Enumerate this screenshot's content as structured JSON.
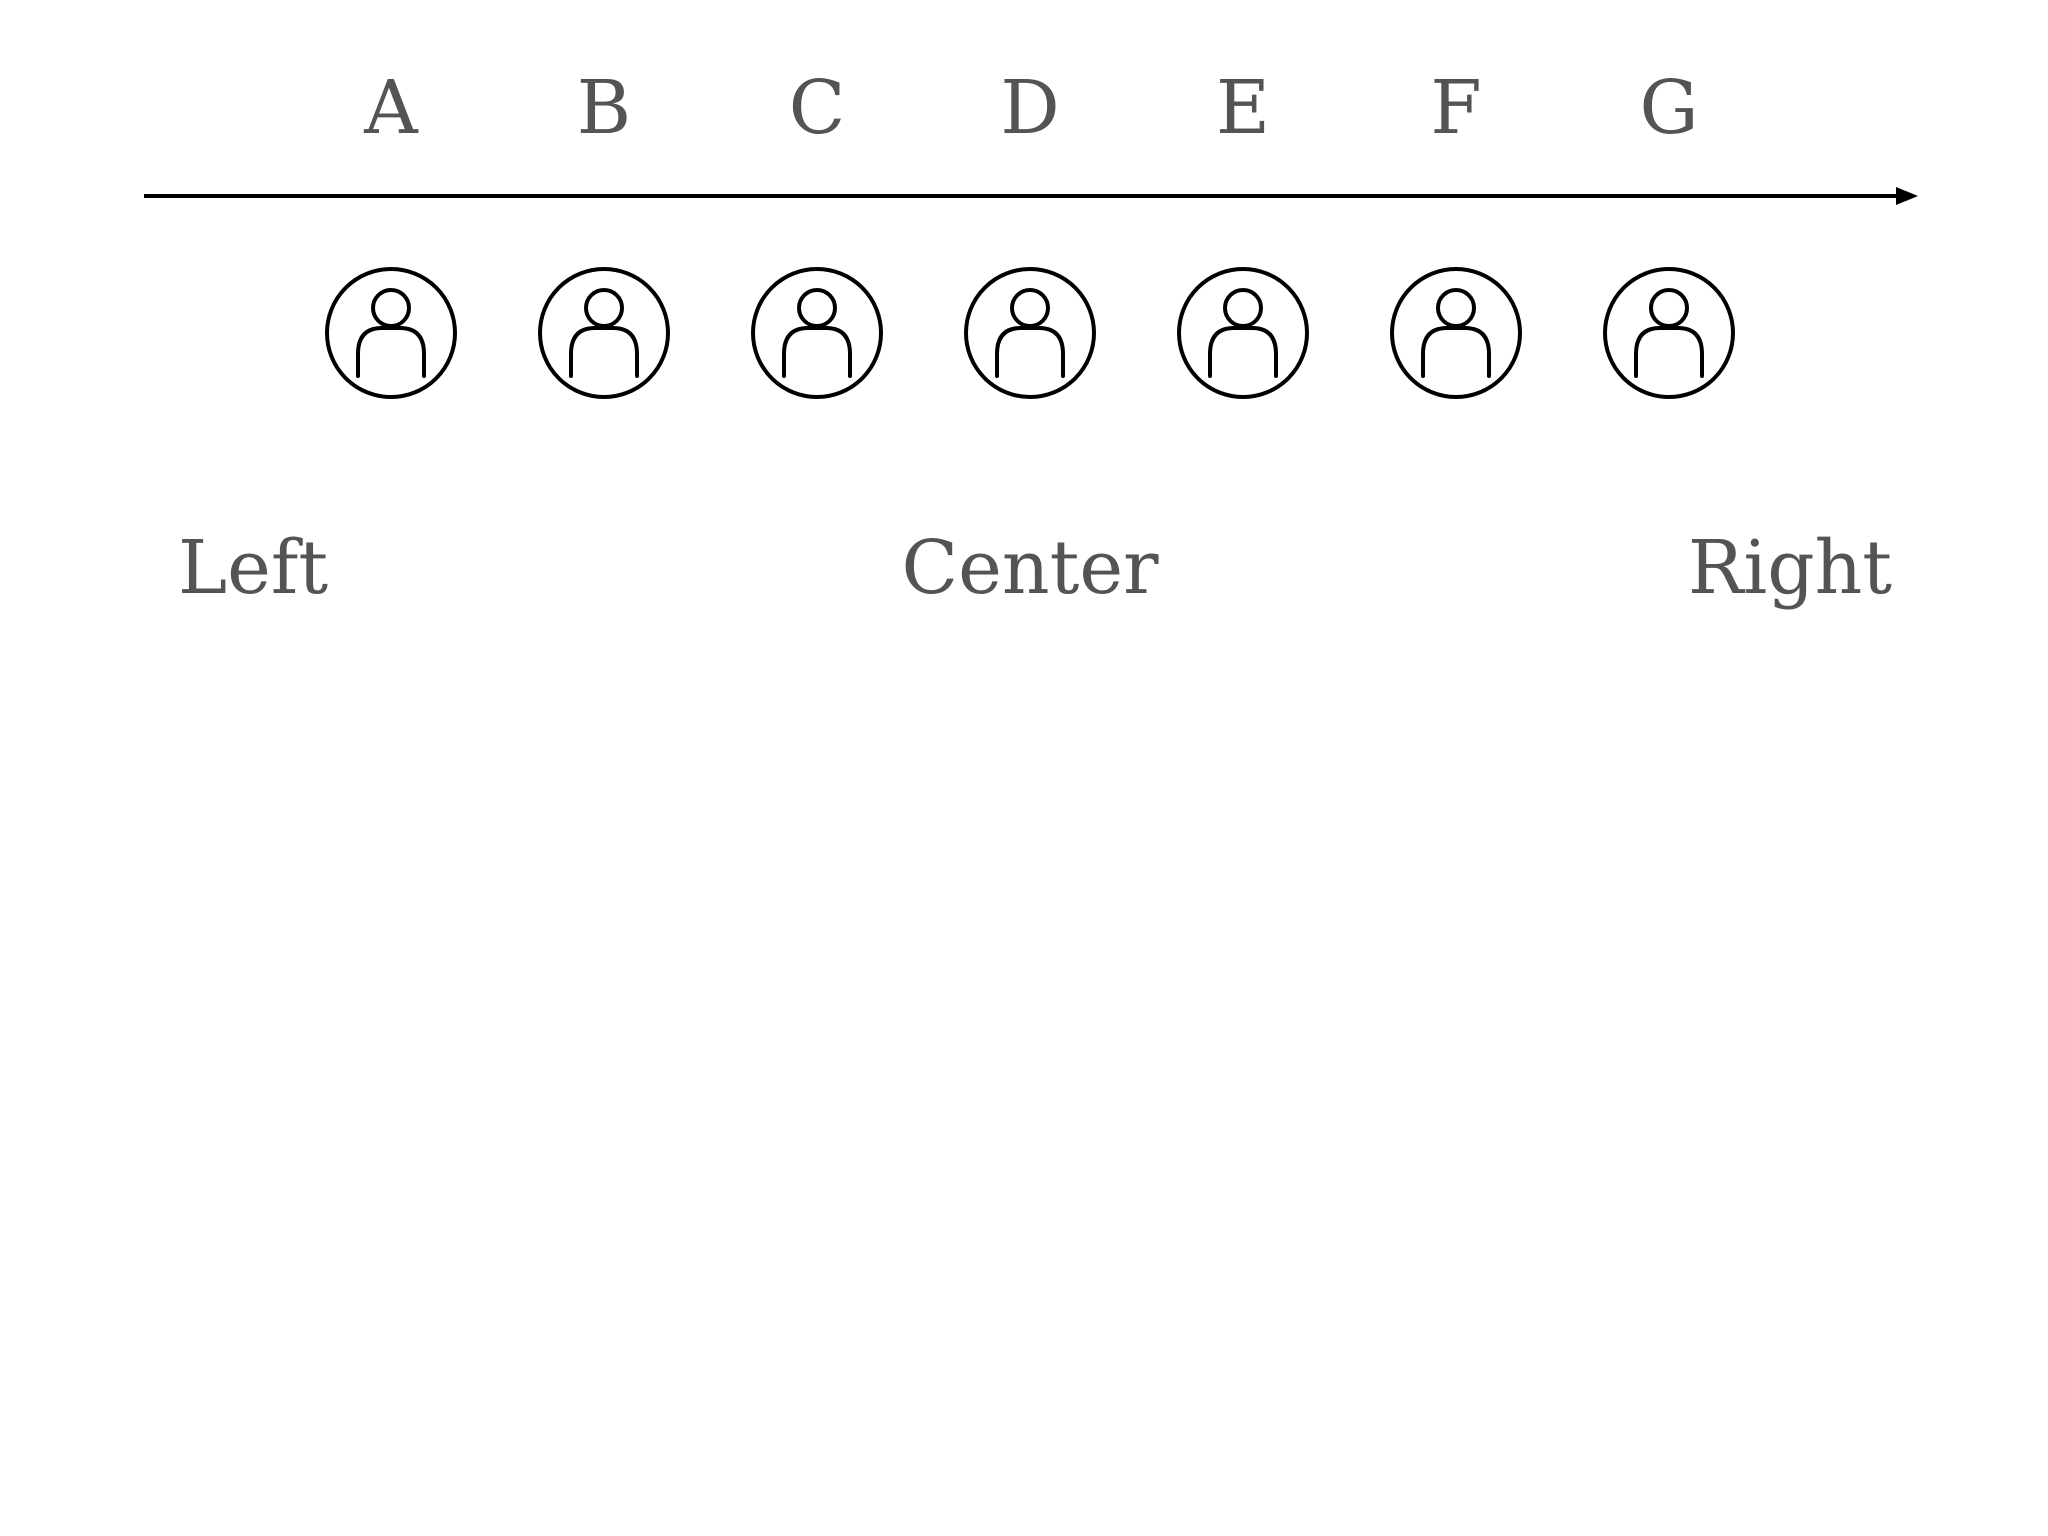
{
  "colors": {
    "text": "#545454",
    "stroke": "#000000",
    "background": "#ffffff"
  },
  "people": [
    {
      "label": "A",
      "icon": "person-icon"
    },
    {
      "label": "B",
      "icon": "person-icon"
    },
    {
      "label": "C",
      "icon": "person-icon"
    },
    {
      "label": "D",
      "icon": "person-icon"
    },
    {
      "label": "E",
      "icon": "person-icon"
    },
    {
      "label": "F",
      "icon": "person-icon"
    },
    {
      "label": "G",
      "icon": "person-icon"
    }
  ],
  "positions": {
    "left": "Left",
    "center": "Center",
    "right": "Right"
  }
}
